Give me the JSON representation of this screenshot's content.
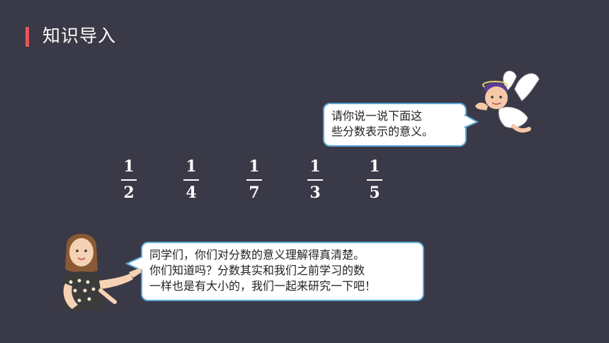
{
  "header": {
    "title": "知识导入"
  },
  "fractions": [
    {
      "numerator": "1",
      "denominator": "2"
    },
    {
      "numerator": "1",
      "denominator": "4"
    },
    {
      "numerator": "1",
      "denominator": "7"
    },
    {
      "numerator": "1",
      "denominator": "3"
    },
    {
      "numerator": "1",
      "denominator": "5"
    }
  ],
  "angel_bubble": {
    "lines": [
      "请你说一说下面这",
      "些分数表示的意义。"
    ]
  },
  "teacher_bubble": {
    "lines": [
      "同学们，你们对分数的意义理解得真清楚。",
      "你们知道吗？分数其实和我们之前学习的数",
      "一样也是有大小的，我们一起来研究一下吧！"
    ]
  },
  "colors": {
    "background": "#3a3947",
    "accent": "#e8555a",
    "bubble_border": "#5aa7d3",
    "text_light": "#ffffff"
  },
  "icons": {
    "angel": "angel-character-icon",
    "teacher": "teacher-character-icon"
  }
}
